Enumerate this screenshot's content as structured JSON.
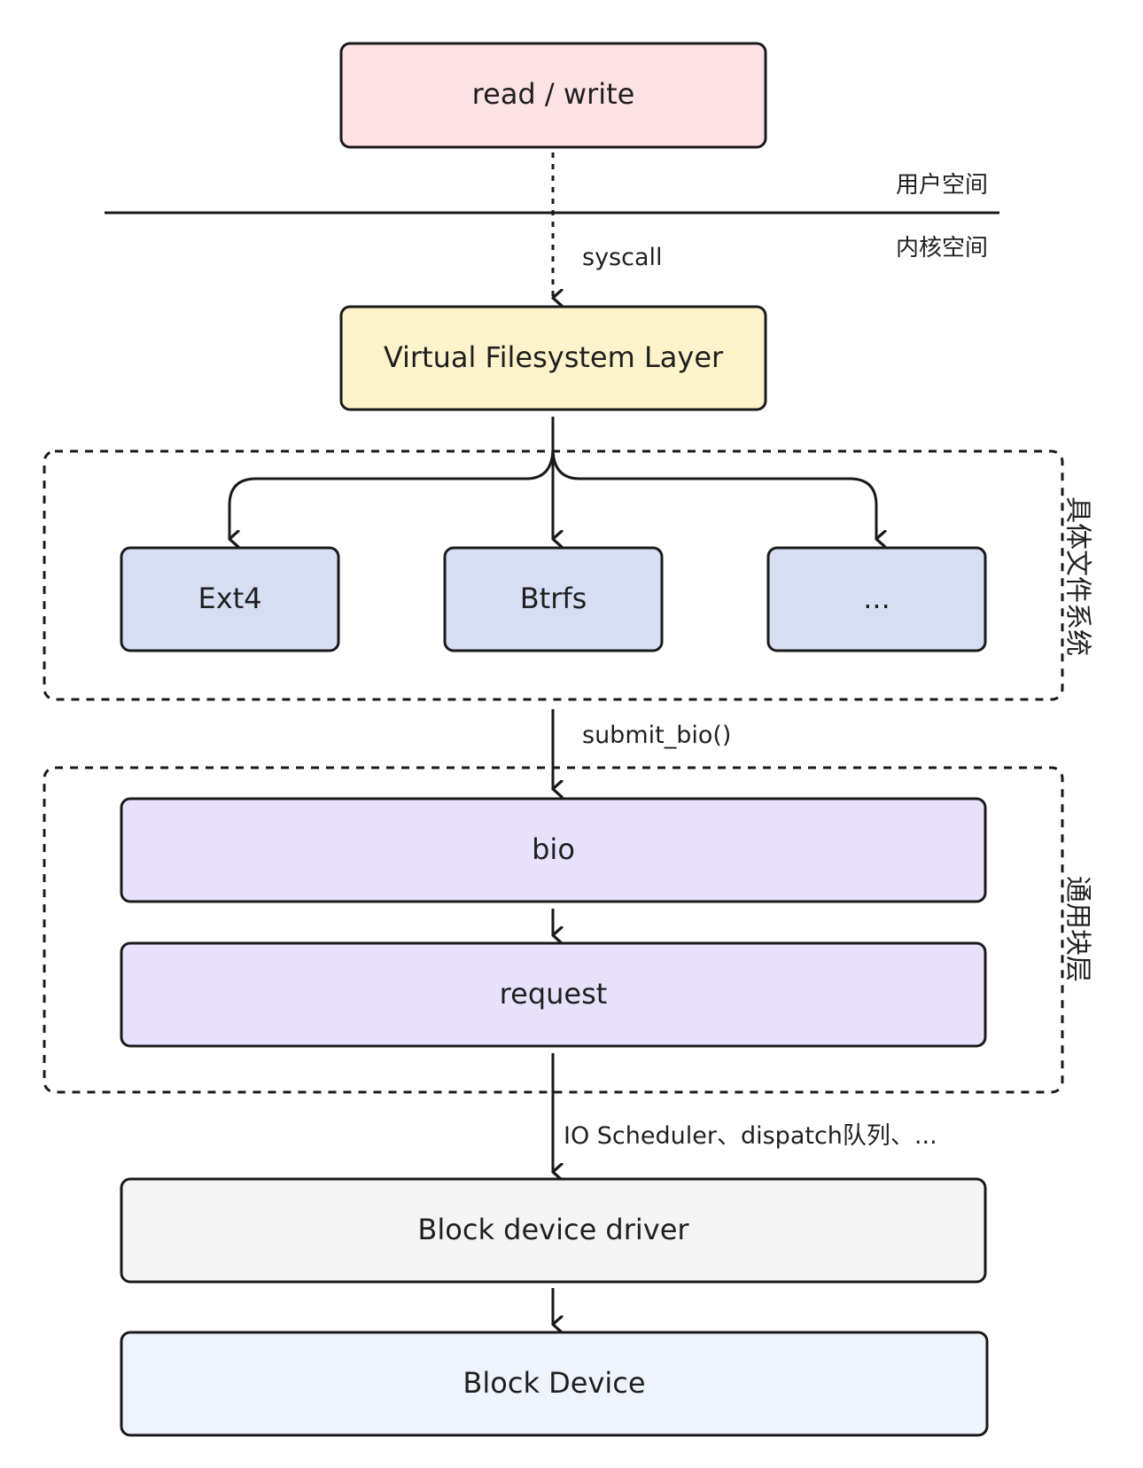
{
  "nodes": {
    "read_write": {
      "label": "read / write",
      "fill": "#fde2e4"
    },
    "vfs": {
      "label": "Virtual Filesystem Layer",
      "fill": "#fdf3cb"
    },
    "ext4": {
      "label": "Ext4",
      "fill": "#d6def4"
    },
    "btrfs": {
      "label": "Btrfs",
      "fill": "#d6def4"
    },
    "other_fs": {
      "label": "...",
      "fill": "#d6def4"
    },
    "bio": {
      "label": "bio",
      "fill": "#e8e1fc"
    },
    "request": {
      "label": "request",
      "fill": "#e8e1fc"
    },
    "driver": {
      "label": "Block device driver",
      "fill": "#f4f4f4"
    },
    "device": {
      "label": "Block Device",
      "fill": "#eef3fc"
    }
  },
  "edges": {
    "syscall": "syscall",
    "submit_bio": "submit_bio()",
    "io_scheduler": "IO Scheduler、dispatch队列、..."
  },
  "zones": {
    "user_space": "用户空间",
    "kernel_space": "内核空间"
  },
  "groups": {
    "concrete_fs": "具体文件系统",
    "generic_block_layer": "通用块层"
  },
  "colors": {
    "stroke": "#1a1a1a",
    "text": "#1f1f1f"
  }
}
